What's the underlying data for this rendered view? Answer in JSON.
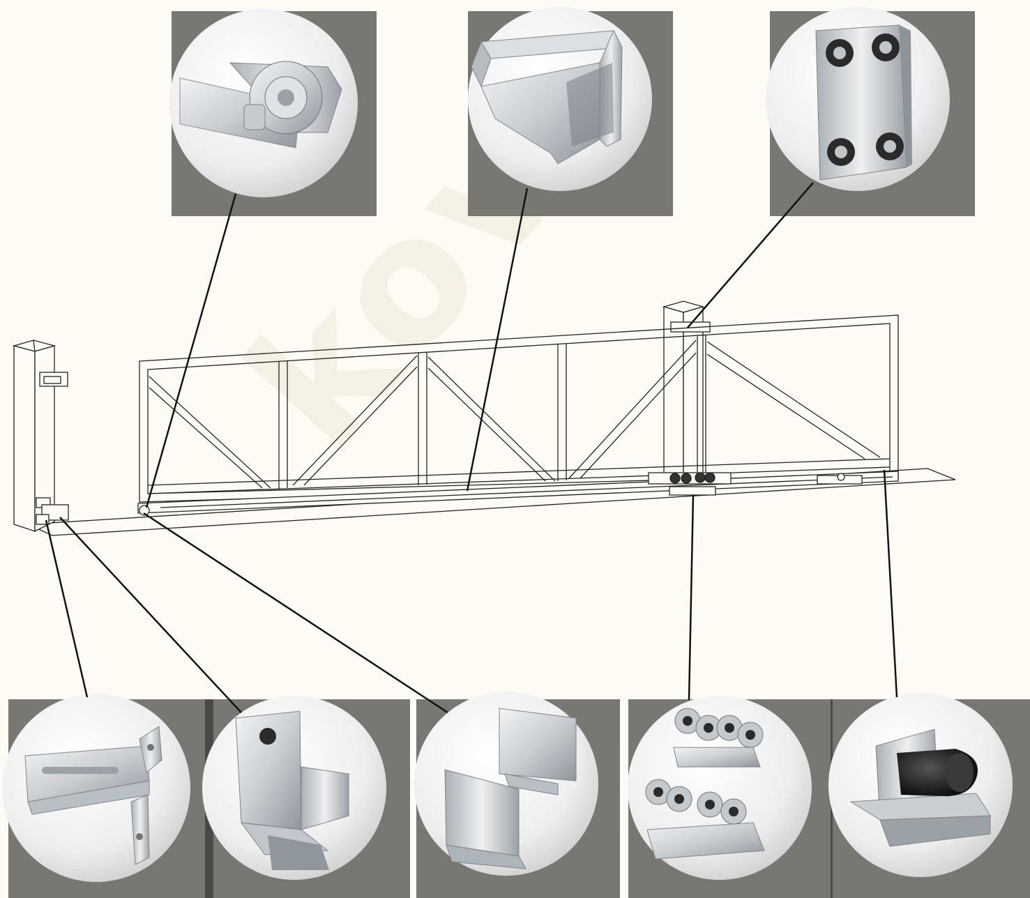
{
  "watermark": {
    "text": "kovo"
  },
  "colors": {
    "background": "#fdfbf3",
    "panel": "#787772",
    "drawing_line": "#222222",
    "leader_line": "#111111",
    "metal_light": "#e6e8ea",
    "metal_dark": "#9aa1a7",
    "rubber": "#262626"
  },
  "components": [
    {
      "name": "top-guide-roller",
      "icon": "roller-guide-icon"
    },
    {
      "name": "guide-rail-profile",
      "icon": "c-profile-icon"
    },
    {
      "name": "upper-guide-plate",
      "icon": "guide-plate-icon"
    },
    {
      "name": "adjustable-bracket",
      "icon": "adjustable-bracket-icon"
    },
    {
      "name": "end-catcher",
      "icon": "end-catcher-icon"
    },
    {
      "name": "end-cap",
      "icon": "end-cap-icon"
    },
    {
      "name": "roller-carriage",
      "icon": "roller-carriage-icon"
    },
    {
      "name": "rubber-stopper",
      "icon": "rubber-stopper-icon"
    }
  ]
}
